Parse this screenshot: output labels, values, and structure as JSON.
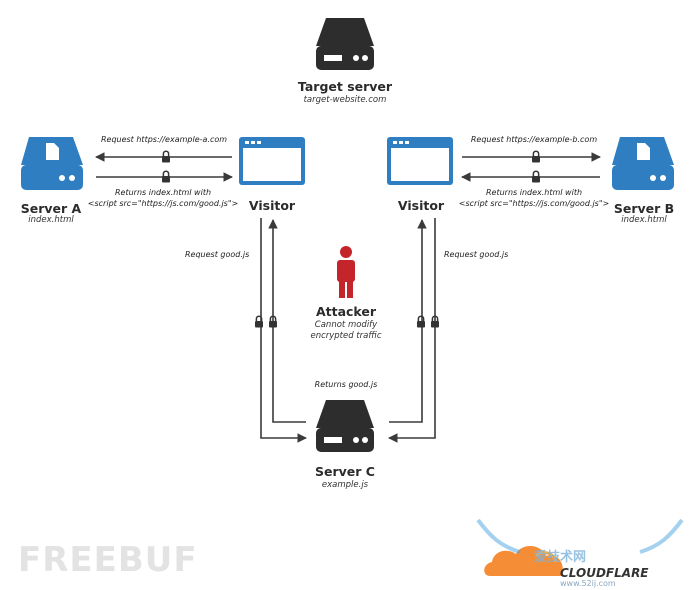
{
  "nodes": {
    "target": {
      "title": "Target server",
      "subtitle": "target-website.com"
    },
    "server_a": {
      "title": "Server A",
      "subtitle": "index.html"
    },
    "server_b": {
      "title": "Server B",
      "subtitle": "index.html"
    },
    "visitor_left": {
      "title": "Visitor"
    },
    "visitor_right": {
      "title": "Visitor"
    },
    "attacker": {
      "title": "Attacker",
      "subtitle_line1": "Cannot modify",
      "subtitle_line2": "encrypted traffic"
    },
    "server_c": {
      "title": "Server C",
      "subtitle": "example.js"
    }
  },
  "labels": {
    "request_a": "Request https://example-a.com",
    "returns_a_line1": "Returns index.html with",
    "returns_a_line2": "<script src=\"https://js.com/good.js\">",
    "request_b": "Request https://example-b.com",
    "returns_b_line1": "Returns index.html with",
    "returns_b_line2": "<script src=\"https://js.com/good.js\">",
    "request_goodjs_left": "Request good.js",
    "request_goodjs_right": "Request good.js",
    "returns_goodjs": "Returns good.js"
  },
  "watermarks": {
    "freebuf": "FREEBUF",
    "cloudflare": "CLOUDFLARE",
    "site_url": "www.52ij.com",
    "site_cn": "爱技术网"
  },
  "colors": {
    "server_blue": "#2f7ec1",
    "server_dark": "#2d2d2d",
    "attacker_red": "#c4252a",
    "arrow": "#3a3a3a",
    "freebuf_gray": "#e3e3e3",
    "cloudflare_orange": "#f48120"
  }
}
